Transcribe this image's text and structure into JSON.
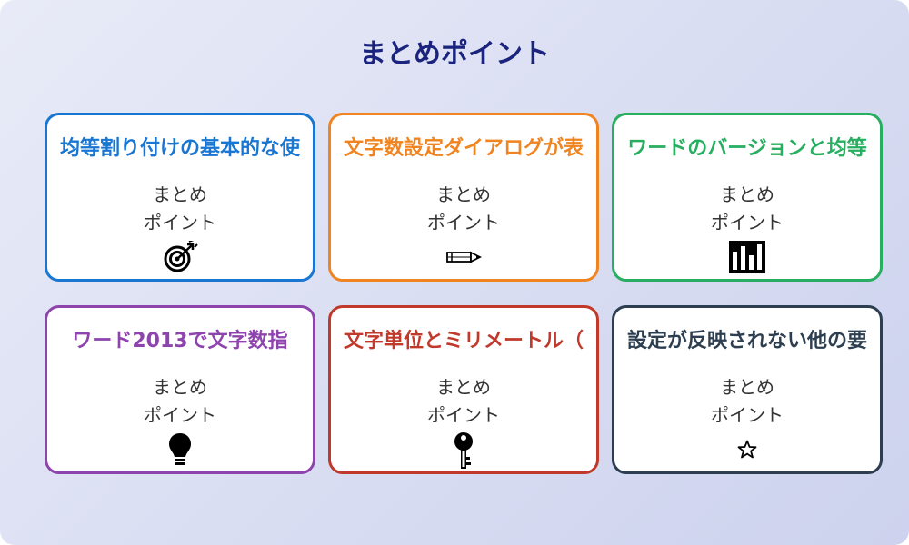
{
  "title": "まとめポイント",
  "cards": [
    {
      "title": "均等割り付けの基本的な使",
      "sub_line1": "まとめ",
      "sub_line2": "ポイント",
      "icon": "target-icon",
      "color": "#1976d2"
    },
    {
      "title": "文字数設定ダイアログが表",
      "sub_line1": "まとめ",
      "sub_line2": "ポイント",
      "icon": "pencil-icon",
      "color": "#ef8420"
    },
    {
      "title": "ワードのバージョンと均等",
      "sub_line1": "まとめ",
      "sub_line2": "ポイント",
      "icon": "bar-chart-icon",
      "color": "#27ae60"
    },
    {
      "title": "ワード2013で文字数指",
      "sub_line1": "まとめ",
      "sub_line2": "ポイント",
      "icon": "lightbulb-icon",
      "color": "#8e44ad"
    },
    {
      "title": "文字単位とミリメートル（",
      "sub_line1": "まとめ",
      "sub_line2": "ポイント",
      "icon": "key-icon",
      "color": "#c0392b"
    },
    {
      "title": "設定が反映されない他の要",
      "sub_line1": "まとめ",
      "sub_line2": "ポイント",
      "icon": "star-icon",
      "color": "#2c3e50"
    }
  ]
}
